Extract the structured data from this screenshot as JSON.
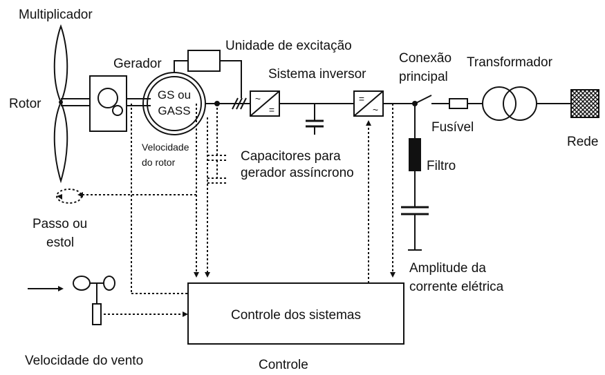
{
  "labels": {
    "multiplicador": "Multiplicador",
    "rotor": "Rotor",
    "gerador": "Gerador",
    "unidade_excitacao": "Unidade de excitação",
    "sistema_inversor": "Sistema inversor",
    "conexao": "Conexão",
    "principal": "principal",
    "transformador": "Transformador",
    "fusivel": "Fusível",
    "rede": "Rede",
    "filtro": "Filtro",
    "capacitores_l1": "Capacitores para",
    "capacitores_l2": "gerador assíncrono",
    "velocidade_rotor_l1": "Velocidade",
    "velocidade_rotor_l2": "do rotor",
    "passo_l1": "Passo ou",
    "passo_l2": "estol",
    "amplitude_l1": "Amplitude da",
    "amplitude_l2": "corrente elétrica",
    "velocidade_vento": "Velocidade do vento",
    "controle": "Controle"
  },
  "generator": {
    "line1": "GS ou",
    "line2": "GASS"
  },
  "inverter_symbols": {
    "ac": "~",
    "dc": "="
  },
  "control_box": {
    "label": "Controle dos sistemas"
  }
}
